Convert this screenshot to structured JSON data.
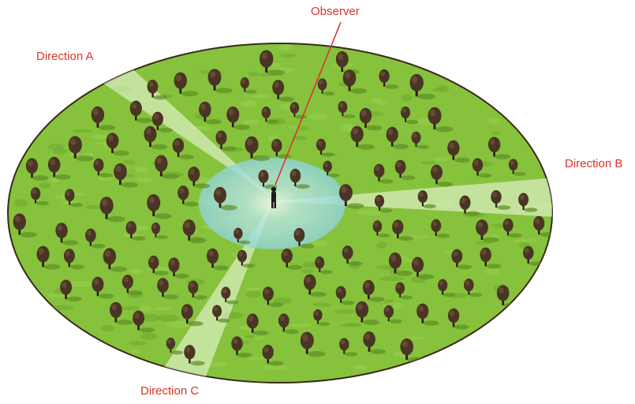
{
  "labels": {
    "observer": "Observer",
    "direction_a": "Direction A",
    "direction_b": "Direction B",
    "direction_c": "Direction C"
  },
  "colors": {
    "ground": "#86c23c",
    "ground_dark": "#6ea82e",
    "field_outline": "#3a2a1a",
    "clearing": "#8fd3d6",
    "sight_beam": "#dcefc4",
    "pointer": "#d9342b",
    "tree_crown": "#4a3524",
    "tree_trunk": "#2b1d12",
    "label_text": "#d9342b"
  },
  "icons": {
    "observer": "person-silhouette-icon",
    "tree": "tree-icon"
  }
}
